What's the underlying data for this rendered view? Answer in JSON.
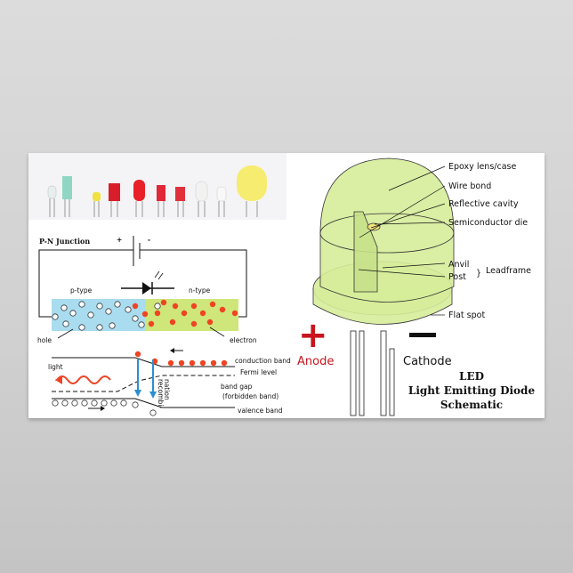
{
  "pn_diagram": {
    "title": "P-N Junction",
    "battery_plus": "+",
    "battery_minus": "-",
    "p_type": "p-type",
    "n_type": "n-type",
    "hole": "hole",
    "electron": "electron",
    "light": "light",
    "conduction_band": "conduction band",
    "fermi_level": "Fermi level",
    "band_gap": "band gap",
    "forbidden_band": "(forbidden band)",
    "valence_band": "valence band",
    "recombination_1": "recombi-",
    "recombination_2": "nation",
    "colors": {
      "p_region": "#a9dcee",
      "n_region": "#cfe67a",
      "electron": "#ee4422",
      "arrow": "#2a8fd0"
    }
  },
  "led_diagram": {
    "labels": {
      "epoxy": "Epoxy lens/case",
      "wire_bond": "Wire bond",
      "reflective_cavity": "Reflective cavity",
      "die": "Semiconductor die",
      "anvil": "Anvil",
      "post": "Post",
      "leadframe": "Leadframe",
      "flat_spot": "Flat spot"
    },
    "plus": "+",
    "minus": "−",
    "anode": "Anode",
    "cathode": "Cathode",
    "title_1": "LED",
    "title_2": "Light Emitting Diode",
    "title_3": "Schematic",
    "colors": {
      "lens": "#d6ec9a",
      "anode": "#c8141e"
    }
  },
  "led_photos": [
    "white",
    "green",
    "yellow",
    "red",
    "red",
    "red",
    "red",
    "white",
    "white",
    "yellow"
  ]
}
